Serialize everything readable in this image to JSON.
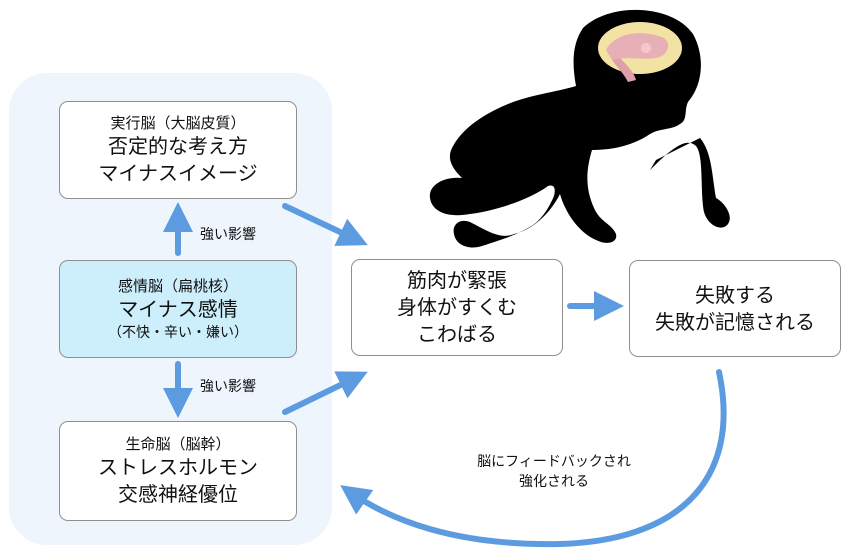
{
  "left_panel": {
    "executive": {
      "title": "実行脳（大脳皮質）",
      "line1": "否定的な考え方",
      "line2": "マイナスイメージ"
    },
    "emotion": {
      "title": "感情脳（扁桃核）",
      "line1": "マイナス感情",
      "line2": "（不快・辛い・嫌い）"
    },
    "life": {
      "title": "生命脳（脳幹）",
      "line1": "ストレスホルモン",
      "line2": "交感神経優位"
    },
    "influence_top": "強い影響",
    "influence_bottom": "強い影響"
  },
  "muscle": {
    "line1": "筋肉が緊張",
    "line2": "身体がすくむ",
    "line3": "こわばる"
  },
  "failure": {
    "line1": "失敗する",
    "line2": "失敗が記憶される"
  },
  "feedback": {
    "line1": "脳にフィードバックされ",
    "line2": "強化される"
  },
  "colors": {
    "arrow": "#5c9be0",
    "panel": "#eef5fd",
    "emotion_box": "#cdeffb",
    "silhouette": "#000000",
    "brain": "#f2e2a4"
  }
}
